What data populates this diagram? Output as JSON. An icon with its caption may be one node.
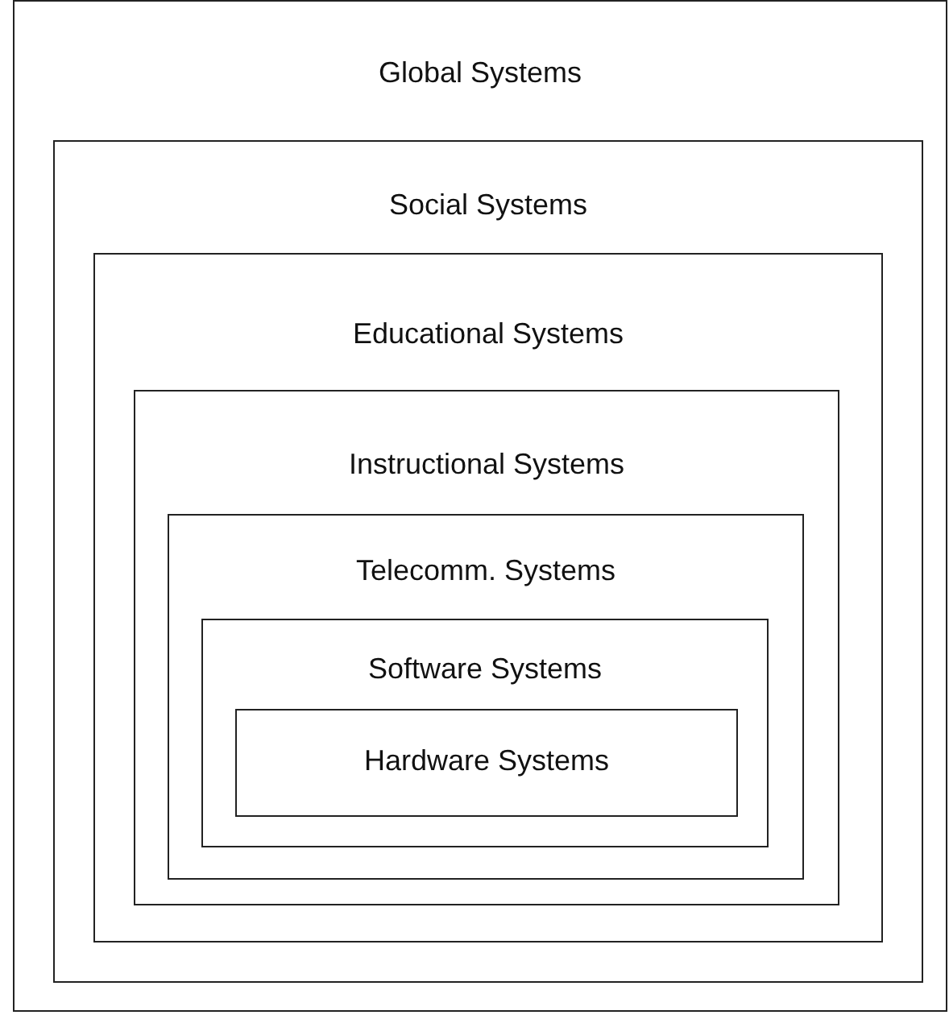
{
  "diagram": {
    "nodes": [
      {
        "text": [
          "Global Systems"
        ]
      },
      {
        "text": [
          "Social Systems"
        ],
        "in": 0
      },
      {
        "text": [
          "Educational Systems"
        ],
        "in": 1
      },
      {
        "text": [
          "Instructional Systems"
        ],
        "in": 2
      },
      {
        "text": [
          "Telecomm. Systems"
        ],
        "in": 3
      },
      {
        "text": [
          "Software Systems"
        ],
        "in": 4
      },
      {
        "text": [
          "Hardware Systems"
        ],
        "in": 5
      }
    ]
  }
}
